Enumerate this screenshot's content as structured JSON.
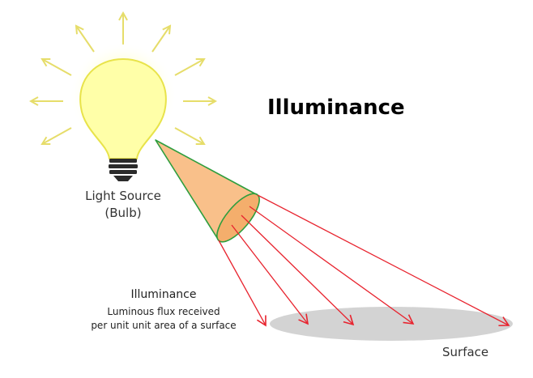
{
  "title": "Illuminance",
  "light_source": {
    "line1": "Light Source",
    "line2": "(Bulb)"
  },
  "illuminance_note": {
    "heading": "Illuminance",
    "line1": "Luminous flux received",
    "line2": "per unit unit area of a surface"
  },
  "surface_label": "Surface",
  "colors": {
    "bulb_fill": "#FFFFA8",
    "bulb_glow": "#FFFFD9",
    "bulb_outline": "#E8E34A",
    "ray_arrow": "#E8E070",
    "base": "#2B2B2B",
    "cone_fill": "#F9C08A",
    "cone_stroke": "#2E9E3E",
    "flux_ray": "#E8232E",
    "surface": "#D3D3D3",
    "title": "#000000"
  },
  "icons": [
    "light-bulb-icon",
    "light-ray-arrow-icon",
    "flux-ray-arrow-icon"
  ]
}
